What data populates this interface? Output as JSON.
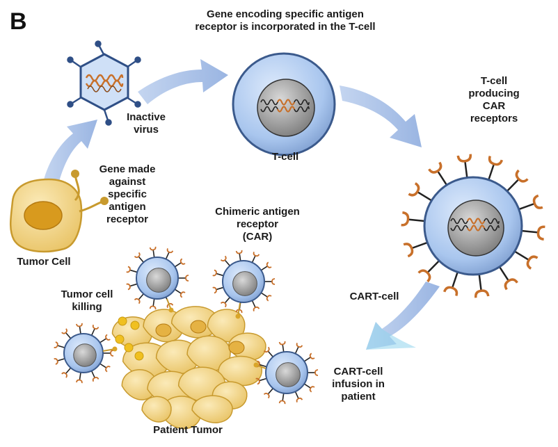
{
  "panel_letter": "B",
  "labels": {
    "gene_encoding": [
      "Gene encoding specific antigen",
      "receptor is incorporated in the T-cell"
    ],
    "inactive_virus": [
      "Inactive",
      "virus"
    ],
    "t_cell": "T-cell",
    "t_cell_producing": [
      "T-cell",
      "producing",
      "CAR",
      "receptors"
    ],
    "gene_made": [
      "Gene made",
      "against",
      "specific",
      "antigen",
      "receptor"
    ],
    "tumor_cell": "Tumor Cell",
    "chimeric": [
      "Chimeric antigen",
      "receptor",
      "(CAR)"
    ],
    "tumor_killing": [
      "Tumor cell",
      "killing"
    ],
    "cart_cell": "CART-cell",
    "cart_infusion": [
      "CART-cell",
      "infusion in",
      "patient"
    ],
    "patient_tumor": "Patient Tumor"
  },
  "colors": {
    "arrow": "#a9c2e8",
    "cell_fill": "#a9c6ee",
    "cell_stroke": "#3b5a8c",
    "nucleus": "#9a9a9a",
    "tumor": "#f3d37a",
    "tumor_stroke": "#c89a2e",
    "receptor": "#c8702a",
    "dna_orange": "#c8702a"
  }
}
